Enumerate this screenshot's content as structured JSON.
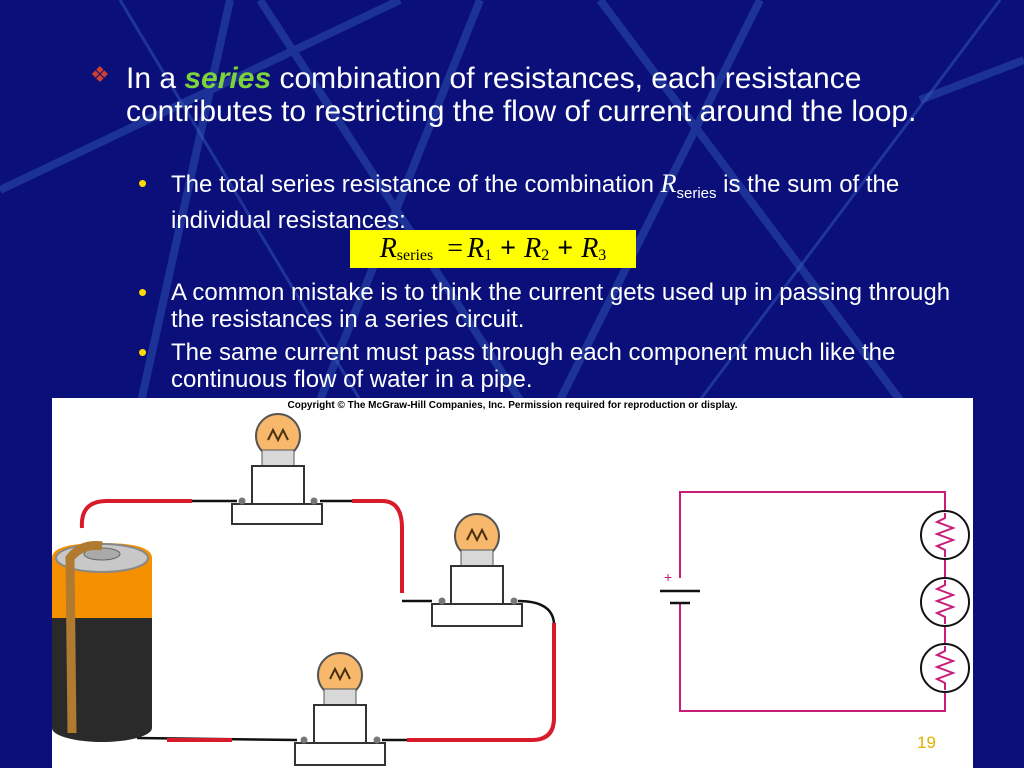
{
  "bullet1": {
    "prefix": "In a ",
    "emphasis": "series",
    "rest": " combination of resistances, each resistance contributes to restricting the flow of current around the loop."
  },
  "sub_bullets": {
    "b1_pre": "The total series resistance of the combination ",
    "b1_symbol": "R",
    "b1_sub": "series",
    "b1_post": " is the sum of the individual resistances:",
    "b2": "A common mistake is to think the current gets used up in passing through the resistances in a series circuit.",
    "b3": "The same current must pass through each component much like the continuous flow of water in a pipe."
  },
  "formula": {
    "lhs": "R",
    "lhs_sub": "series",
    "eq": "=",
    "r1": "R",
    "r1_sub": "1",
    "plus": "+",
    "r2": "R",
    "r2_sub": "2",
    "r3": "R",
    "r3_sub": "3"
  },
  "figure": {
    "copyright": "Copyright © The McGraw-Hill Companies, Inc. Permission required for reproduction or display.",
    "battery_plus": "+"
  },
  "page_number": "19",
  "colors": {
    "background": "#0a0f7a",
    "emphasis": "#7dd33a",
    "bullet_dot": "#ffd800",
    "formula_bg": "#ffff00",
    "wire": "#d81a2a",
    "schematic": "#c81e7a",
    "page_number": "#e0b000"
  }
}
